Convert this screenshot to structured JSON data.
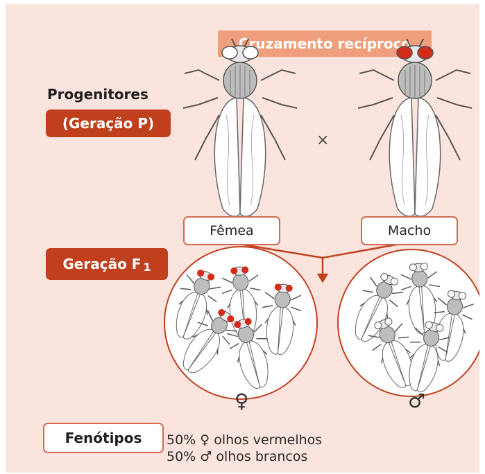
{
  "title": "Cruzamento recíproco",
  "progenitores": "Progenitores",
  "geracao_p": "(Geração P)",
  "cross_symbol": "×",
  "female_label": "Fêmea",
  "male_label": "Macho",
  "geracao_f1": {
    "text": "Geração F",
    "subscript": "1"
  },
  "female_symbol": "♀",
  "male_symbol": "♂",
  "fenotipos": "Fenótipos",
  "results": [
    "50% ♀ olhos vermelhos",
    "50% ♂ olhos brancos"
  ],
  "colors": {
    "background": "#fbe4dd",
    "title_pill": "#ef9f7c",
    "label_pill": "#c0401e",
    "arrow": "#c0401e",
    "red_eye": "#d42a1a",
    "white_eye": "#ffffff"
  },
  "icons": [
    "female-fly-icon",
    "male-fly-icon",
    "fly-icon"
  ]
}
